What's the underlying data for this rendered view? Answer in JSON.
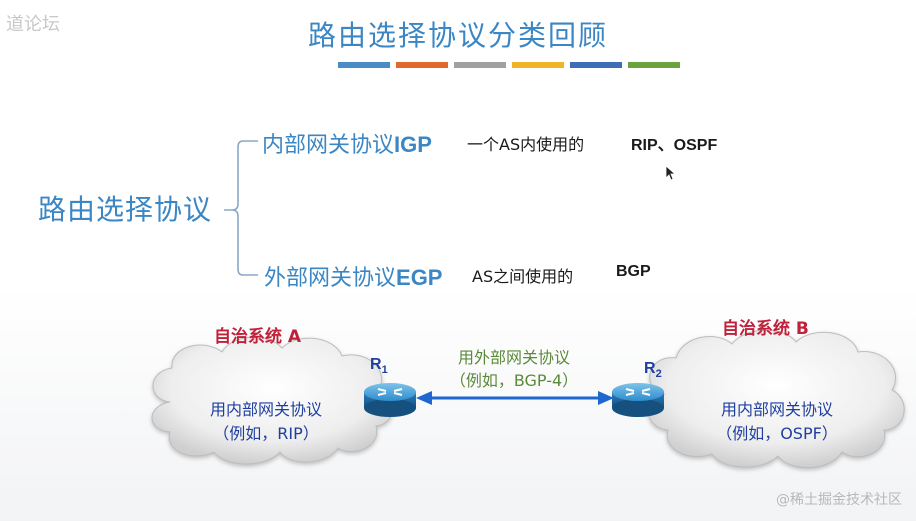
{
  "slide": {
    "title": "路由选择协议分类回顾",
    "title_bar_colors": [
      "#4a8cc6",
      "#e06a2e",
      "#a0a0a0",
      "#f0b429",
      "#3d6db5",
      "#6aa23d"
    ]
  },
  "watermarks": {
    "top_left": "道论坛",
    "bottom_right": "@稀土掘金技术社区"
  },
  "tree": {
    "root": "路由选择协议",
    "igp": {
      "name": "内部网关协议",
      "abbr": "IGP",
      "description": "一个AS内使用的",
      "protocols": "RIP、OSPF"
    },
    "egp": {
      "name": "外部网关协议",
      "abbr": "EGP",
      "description": "AS之间使用的",
      "protocols": "BGP"
    }
  },
  "network": {
    "as_a": {
      "label": "自治系统 A",
      "line1": "用内部网关协议",
      "line2": "（例如，RIP）"
    },
    "as_b": {
      "label": "自治系统 B",
      "line1": "用内部网关协议",
      "line2": "（例如，OSPF）"
    },
    "router1": {
      "letter": "R",
      "sub": "1"
    },
    "router2": {
      "letter": "R",
      "sub": "2"
    },
    "link": {
      "line1": "用外部网关协议",
      "line2": "（例如，BGP-4）"
    }
  }
}
